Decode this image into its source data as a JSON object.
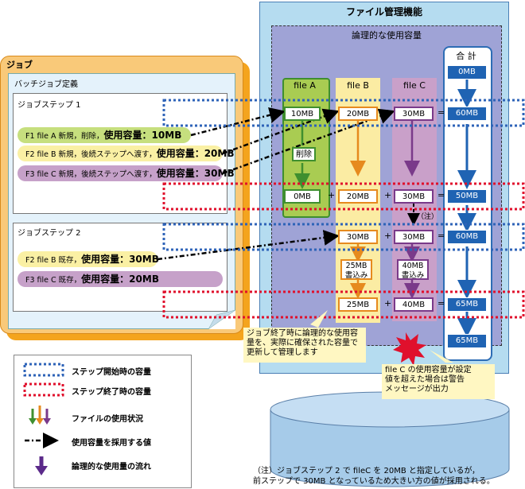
{
  "file_management": {
    "title": "ファイル管理機能",
    "logical_title": "論理的な使用容量"
  },
  "job": {
    "title": "ジョブ",
    "batch_title": "バッチジョブ定義",
    "step1": {
      "label": "ジョブステップ 1",
      "items": [
        {
          "id": "F1",
          "text": "F1  file A  新規，削除，",
          "usage": "使用容量：10MB"
        },
        {
          "id": "F2",
          "text": "F2  file B  新規，後続ステップへ渡す，",
          "usage": "使用容量：20MB"
        },
        {
          "id": "F3",
          "text": "F3  file C  新規，後続ステップへ渡す，",
          "usage": "使用容量：30MB"
        }
      ]
    },
    "step2": {
      "label": "ジョブステップ 2",
      "items": [
        {
          "id": "F2",
          "text": "F2   file B  既存，",
          "usage": "使用容量：30MB"
        },
        {
          "id": "F3",
          "text": "F3   file C  既存，",
          "usage": "使用容量：20MB"
        }
      ]
    }
  },
  "columns": {
    "a": {
      "title": "file A",
      "v1": "10MB",
      "delete": "削除",
      "v2": "0MB"
    },
    "b": {
      "title": "file B",
      "v1": "20MB",
      "v2": "20MB",
      "v3": "30MB",
      "write": "25MB\n書込み",
      "v4": "25MB"
    },
    "c": {
      "title": "file C",
      "v1": "30MB",
      "v2": "30MB",
      "note": "（注）",
      "v3": "30MB",
      "write": "40MB\n書込み",
      "v4": "40MB"
    },
    "sum": {
      "title": "合 計",
      "v0": "0MB",
      "v1": "60MB",
      "v2": "50MB",
      "v3": "60MB",
      "v4": "65MB",
      "v5": "65MB"
    }
  },
  "operators": {
    "plus": "+",
    "equals": "="
  },
  "callouts": {
    "job_end": "ジョブ終了時に論理的な使用容\n量を、実際に確保された容量で\n更新して管理します",
    "warning": "file C の使用容量が設定\n値を超えた場合は警告\nメッセージが出力"
  },
  "legend": {
    "items": [
      {
        "text": "ステップ開始時の容量",
        "icon": "blue-dotted-box"
      },
      {
        "text": "ステップ終了時の容量",
        "icon": "red-dotted-box"
      },
      {
        "text": "ファイルの使用状況",
        "icon": "colored-arrows"
      },
      {
        "text": "使用容量を採用する値",
        "icon": "dash-dot-arrow"
      },
      {
        "text": "論理的な使用量の流れ",
        "icon": "purple-arrow"
      }
    ]
  },
  "footnote": "（注）ジョブステップ 2 で fileC を 20MB と指定しているが，\n前ステップで 30MB となっているため大きい方の値が採用される。",
  "colors": {
    "step_start": "#2e63b8",
    "step_end": "#e0102c",
    "green": "#3f8f2f",
    "orange": "#e68a1e",
    "purple": "#7a3a8a",
    "blue": "#1f63b3"
  }
}
